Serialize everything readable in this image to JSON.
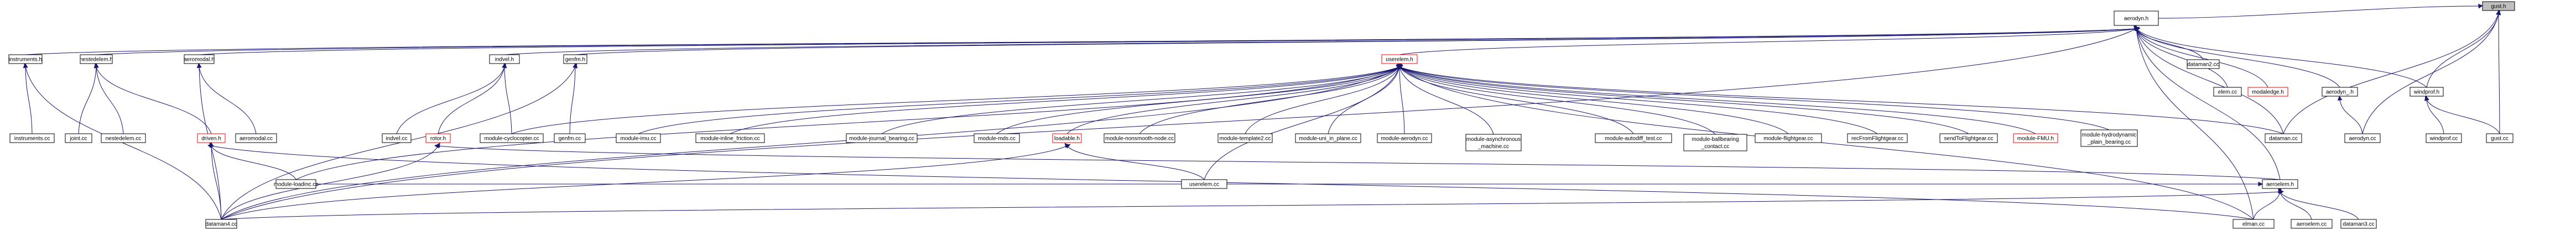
{
  "diagram": {
    "type": "include-dependency-graph",
    "root": "gust.h",
    "colors": {
      "edge": "#191970",
      "root_fill": "#bfbfbf",
      "normal_border": "#000000",
      "truncated_border": "#ff0000",
      "background": "#ffffff"
    },
    "nodes": [
      {
        "id": "gust_h",
        "label": [
          "gust.h"
        ],
        "style": "root"
      },
      {
        "id": "aerodyn_h",
        "label": [
          "aerodyn.h"
        ],
        "style": "normal"
      },
      {
        "id": "instruments_h",
        "label": [
          "instruments.h"
        ],
        "style": "normal"
      },
      {
        "id": "nestedelem_h",
        "label": [
          "nestedelem.h"
        ],
        "style": "normal"
      },
      {
        "id": "aeromodal_h",
        "label": [
          "aeromodal.h"
        ],
        "style": "normal"
      },
      {
        "id": "indvel_h",
        "label": [
          "indvel.h"
        ],
        "style": "normal"
      },
      {
        "id": "genfm_h",
        "label": [
          "genfm.h"
        ],
        "style": "normal"
      },
      {
        "id": "userelem_h",
        "label": [
          "userelem.h"
        ],
        "style": "red"
      },
      {
        "id": "dataman2_cc",
        "label": [
          "dataman2.cc"
        ],
        "style": "normal"
      },
      {
        "id": "elem_cc",
        "label": [
          "elem.cc"
        ],
        "style": "normal"
      },
      {
        "id": "modaledge_h",
        "label": [
          "modaledge.h"
        ],
        "style": "red"
      },
      {
        "id": "aerodyn__h",
        "label": [
          "aerodyn_.h"
        ],
        "style": "normal"
      },
      {
        "id": "windprof_h",
        "label": [
          "windprof.h"
        ],
        "style": "normal"
      },
      {
        "id": "instruments_cc",
        "label": [
          "instruments.cc"
        ],
        "style": "normal"
      },
      {
        "id": "joint_cc",
        "label": [
          "joint.cc"
        ],
        "style": "normal"
      },
      {
        "id": "nestedelem_cc",
        "label": [
          "nestedelem.cc"
        ],
        "style": "normal"
      },
      {
        "id": "driven_h",
        "label": [
          "driven.h"
        ],
        "style": "red"
      },
      {
        "id": "aeromodal_cc",
        "label": [
          "aeromodal.cc"
        ],
        "style": "normal"
      },
      {
        "id": "indvel_cc",
        "label": [
          "indvel.cc"
        ],
        "style": "normal"
      },
      {
        "id": "rotor_h",
        "label": [
          "rotor.h"
        ],
        "style": "red"
      },
      {
        "id": "module_cyclocopter_cc",
        "label": [
          "module-cyclocopter.cc"
        ],
        "style": "normal"
      },
      {
        "id": "genfm_cc",
        "label": [
          "genfm.cc"
        ],
        "style": "normal"
      },
      {
        "id": "module_imu_cc",
        "label": [
          "module-imu.cc"
        ],
        "style": "normal"
      },
      {
        "id": "module_inline_friction_cc",
        "label": [
          "module-inline_friction.cc"
        ],
        "style": "normal"
      },
      {
        "id": "module_journal_bearing_cc",
        "label": [
          "module-journal_bearing.cc"
        ],
        "style": "normal"
      },
      {
        "id": "module_mds_cc",
        "label": [
          "module-mds.cc"
        ],
        "style": "normal"
      },
      {
        "id": "loadable_h",
        "label": [
          "loadable.h"
        ],
        "style": "red"
      },
      {
        "id": "module_nonsmooth_node_cc",
        "label": [
          "module-nonsmooth-node.cc"
        ],
        "style": "normal"
      },
      {
        "id": "module_template2_cc",
        "label": [
          "module-template2.cc"
        ],
        "style": "normal"
      },
      {
        "id": "module_uni_in_plane_cc",
        "label": [
          "module-uni_in_plane.cc"
        ],
        "style": "normal"
      },
      {
        "id": "module_aerodyn_cc",
        "label": [
          "module-aerodyn.cc"
        ],
        "style": "normal"
      },
      {
        "id": "module_asynchronous_machine_cc",
        "label": [
          "module-asynchronous",
          "_machine.cc"
        ],
        "style": "normal"
      },
      {
        "id": "module_autodiff_test_cc",
        "label": [
          "module-autodiff_test.cc"
        ],
        "style": "normal"
      },
      {
        "id": "module_ballbearing_contact_cc",
        "label": [
          "module-ballbearing",
          "_contact.cc"
        ],
        "style": "normal"
      },
      {
        "id": "module_flightgear_cc",
        "label": [
          "module-flightgear.cc"
        ],
        "style": "normal"
      },
      {
        "id": "recFromFlightgear_cc",
        "label": [
          "recFromFlightgear.cc"
        ],
        "style": "normal"
      },
      {
        "id": "sendToFlightgear_cc",
        "label": [
          "sendToFlightgear.cc"
        ],
        "style": "normal"
      },
      {
        "id": "module_FMU_h",
        "label": [
          "module-FMU.h"
        ],
        "style": "red"
      },
      {
        "id": "module_hydrodynamic_plain_bearing_cc",
        "label": [
          "module-hydrodynamic",
          "_plain_bearing.cc"
        ],
        "style": "normal"
      },
      {
        "id": "dataman_cc",
        "label": [
          "dataman.cc"
        ],
        "style": "normal"
      },
      {
        "id": "aerodyn_cc",
        "label": [
          "aerodyn.cc"
        ],
        "style": "normal"
      },
      {
        "id": "windprof_cc",
        "label": [
          "windprof.cc"
        ],
        "style": "normal"
      },
      {
        "id": "gust_cc",
        "label": [
          "gust.cc"
        ],
        "style": "normal"
      },
      {
        "id": "module_loadinc_cc",
        "label": [
          "module-loadinc.cc"
        ],
        "style": "normal"
      },
      {
        "id": "userelem_cc",
        "label": [
          "userelem.cc"
        ],
        "style": "normal"
      },
      {
        "id": "aeroelem_h",
        "label": [
          "aeroelem.h"
        ],
        "style": "normal"
      },
      {
        "id": "dataman4_cc",
        "label": [
          "dataman4.cc"
        ],
        "style": "normal"
      },
      {
        "id": "elman_cc",
        "label": [
          "elman.cc"
        ],
        "style": "normal"
      },
      {
        "id": "aeroelem_cc",
        "label": [
          "aeroelem.cc"
        ],
        "style": "normal"
      },
      {
        "id": "dataman3_cc",
        "label": [
          "dataman3.cc"
        ],
        "style": "normal"
      }
    ],
    "edges": [
      [
        "aerodyn_h",
        "gust_h"
      ],
      [
        "windprof_h",
        "gust_h"
      ],
      [
        "gust_cc",
        "gust_h"
      ],
      [
        "aerodyn_cc",
        "gust_h"
      ],
      [
        "dataman_cc",
        "gust_h"
      ],
      [
        "instruments_h",
        "aerodyn_h"
      ],
      [
        "nestedelem_h",
        "aerodyn_h"
      ],
      [
        "aeromodal_h",
        "aerodyn_h"
      ],
      [
        "indvel_h",
        "aerodyn_h"
      ],
      [
        "genfm_h",
        "aerodyn_h"
      ],
      [
        "userelem_h",
        "aerodyn_h"
      ],
      [
        "dataman2_cc",
        "aerodyn_h"
      ],
      [
        "elem_cc",
        "aerodyn_h"
      ],
      [
        "modaledge_h",
        "aerodyn_h"
      ],
      [
        "aerodyn__h",
        "aerodyn_h"
      ],
      [
        "windprof_h",
        "aerodyn_h"
      ],
      [
        "aeroelem_h",
        "aerodyn_h"
      ],
      [
        "dataman_cc",
        "aerodyn_h"
      ],
      [
        "elman_cc",
        "aerodyn_h"
      ],
      [
        "dataman4_cc",
        "aerodyn_h"
      ],
      [
        "instruments_cc",
        "instruments_h"
      ],
      [
        "dataman4_cc",
        "instruments_h"
      ],
      [
        "joint_cc",
        "nestedelem_h"
      ],
      [
        "nestedelem_cc",
        "nestedelem_h"
      ],
      [
        "driven_h",
        "nestedelem_h"
      ],
      [
        "aeromodal_cc",
        "aeromodal_h"
      ],
      [
        "dataman4_cc",
        "aeromodal_h"
      ],
      [
        "indvel_cc",
        "indvel_h"
      ],
      [
        "rotor_h",
        "indvel_h"
      ],
      [
        "module_cyclocopter_cc",
        "indvel_h"
      ],
      [
        "genfm_cc",
        "genfm_h"
      ],
      [
        "dataman4_cc",
        "genfm_h"
      ],
      [
        "module_cyclocopter_cc",
        "userelem_h"
      ],
      [
        "module_imu_cc",
        "userelem_h"
      ],
      [
        "module_inline_friction_cc",
        "userelem_h"
      ],
      [
        "module_journal_bearing_cc",
        "userelem_h"
      ],
      [
        "module_mds_cc",
        "userelem_h"
      ],
      [
        "loadable_h",
        "userelem_h"
      ],
      [
        "module_nonsmooth_node_cc",
        "userelem_h"
      ],
      [
        "module_template2_cc",
        "userelem_h"
      ],
      [
        "module_uni_in_plane_cc",
        "userelem_h"
      ],
      [
        "module_aerodyn_cc",
        "userelem_h"
      ],
      [
        "module_asynchronous_machine_cc",
        "userelem_h"
      ],
      [
        "module_autodiff_test_cc",
        "userelem_h"
      ],
      [
        "module_ballbearing_contact_cc",
        "userelem_h"
      ],
      [
        "module_flightgear_cc",
        "userelem_h"
      ],
      [
        "recFromFlightgear_cc",
        "userelem_h"
      ],
      [
        "sendToFlightgear_cc",
        "userelem_h"
      ],
      [
        "module_FMU_h",
        "userelem_h"
      ],
      [
        "module_hydrodynamic_plain_bearing_cc",
        "userelem_h"
      ],
      [
        "dataman_cc",
        "userelem_h"
      ],
      [
        "module_loadinc_cc",
        "userelem_h"
      ],
      [
        "userelem_cc",
        "userelem_h"
      ],
      [
        "elman_cc",
        "userelem_h"
      ],
      [
        "dataman4_cc",
        "userelem_h"
      ],
      [
        "aerodyn_cc",
        "aerodyn__h"
      ],
      [
        "windprof_cc",
        "windprof_h"
      ],
      [
        "gust_cc",
        "windprof_h"
      ],
      [
        "dataman4_cc",
        "driven_h"
      ],
      [
        "module_loadinc_cc",
        "driven_h"
      ],
      [
        "elman_cc",
        "driven_h"
      ],
      [
        "dataman4_cc",
        "rotor_h"
      ],
      [
        "aeroelem_h",
        "rotor_h"
      ],
      [
        "dataman4_cc",
        "loadable_h"
      ],
      [
        "userelem_cc",
        "loadable_h"
      ],
      [
        "module_loadinc_cc",
        "aeroelem_h"
      ],
      [
        "dataman4_cc",
        "aeroelem_h"
      ],
      [
        "elman_cc",
        "aeroelem_h"
      ],
      [
        "aeroelem_cc",
        "aeroelem_h"
      ],
      [
        "dataman3_cc",
        "aeroelem_h"
      ]
    ]
  }
}
